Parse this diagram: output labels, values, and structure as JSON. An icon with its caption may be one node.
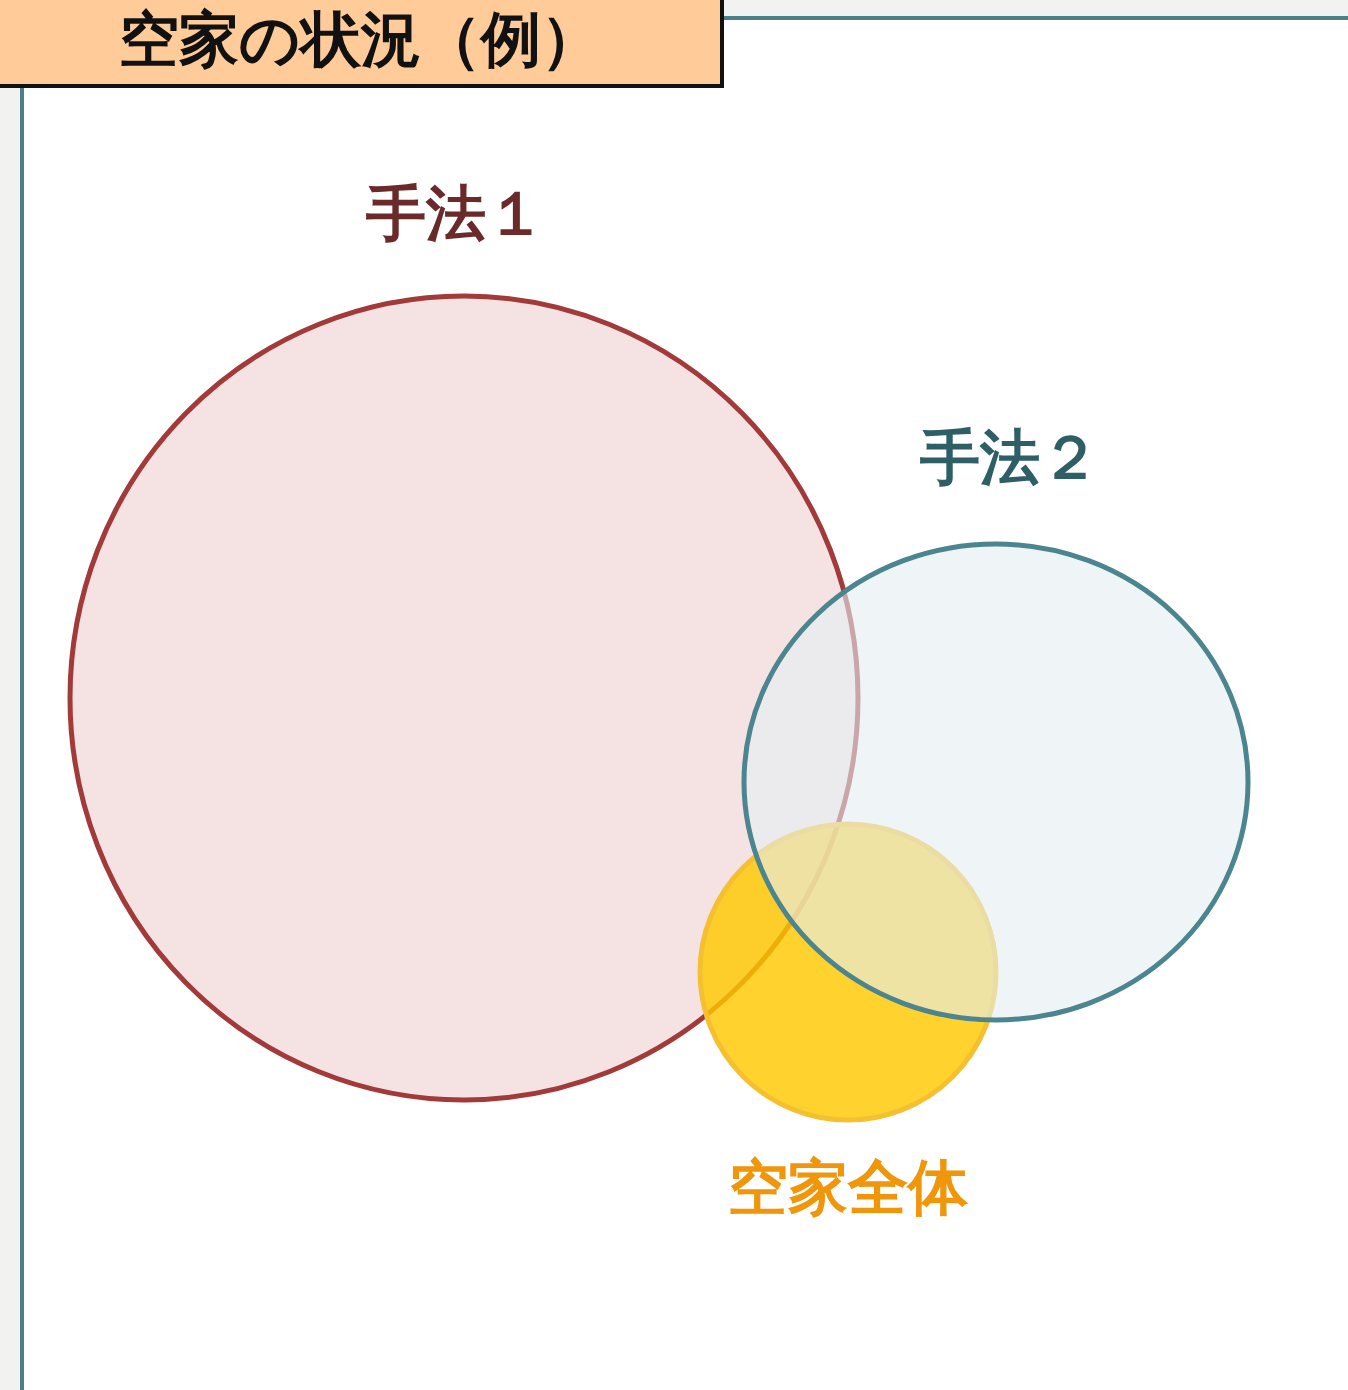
{
  "diagram": {
    "title": "空家の状況（例）",
    "nodes": [
      {
        "text": [
          "手法１"
        ]
      },
      {
        "text": [
          "手法２"
        ]
      },
      {
        "text": [
          "空家全体"
        ]
      }
    ]
  }
}
